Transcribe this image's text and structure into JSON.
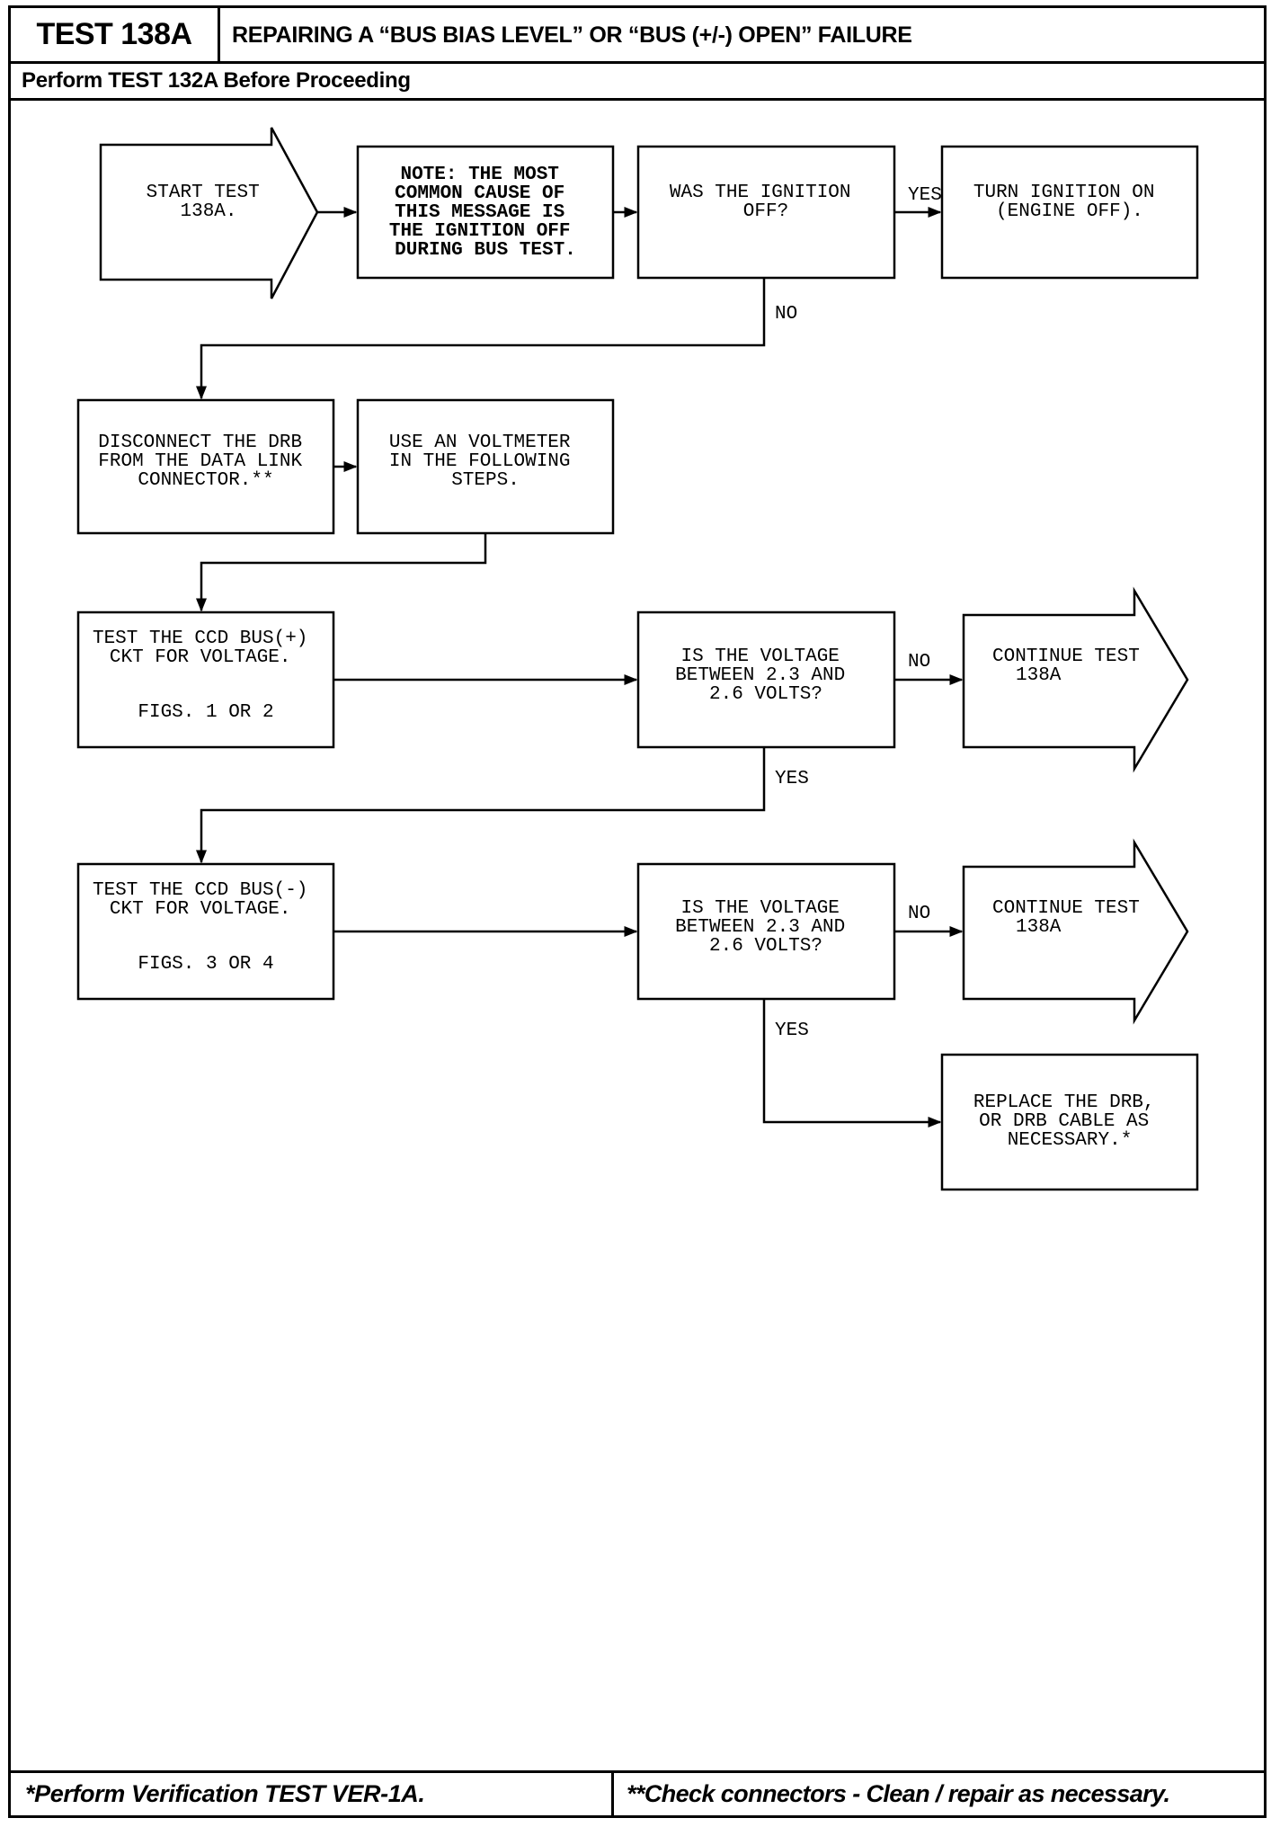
{
  "header": {
    "test_id": "TEST 138A",
    "title": "REPAIRING A “BUS BIAS LEVEL” OR “BUS (+/-) OPEN” FAILURE",
    "prerequisite": "Perform TEST 132A Before Proceeding"
  },
  "nodes": {
    "start": [
      "START TEST",
      "138A."
    ],
    "note": [
      "NOTE: THE MOST",
      "COMMON CAUSE OF",
      "THIS MESSAGE IS",
      "THE IGNITION OFF",
      "DURING BUS TEST."
    ],
    "q_ignition": [
      "WAS THE IGNITION",
      "OFF?"
    ],
    "turn_on": [
      "TURN IGNITION ON",
      "(ENGINE OFF)."
    ],
    "disconnect": [
      "DISCONNECT THE DRB",
      "FROM THE DATA LINK",
      "CONNECTOR.**"
    ],
    "voltmeter": [
      "USE AN VOLTMETER",
      "IN THE FOLLOWING",
      "STEPS."
    ],
    "test_plus": [
      "TEST THE CCD BUS(+)",
      "CKT FOR VOLTAGE."
    ],
    "test_plus_figs": "FIGS. 1 OR 2",
    "q_voltage_1": [
      "IS THE VOLTAGE",
      "BETWEEN 2.3 AND",
      "2.6 VOLTS?"
    ],
    "continue_1": [
      "CONTINUE TEST",
      "138A"
    ],
    "test_minus": [
      "TEST THE CCD BUS(-)",
      "CKT FOR VOLTAGE."
    ],
    "test_minus_figs": "FIGS. 3 OR 4",
    "q_voltage_2": [
      "IS THE VOLTAGE",
      "BETWEEN 2.3 AND",
      "2.6 VOLTS?"
    ],
    "continue_2": [
      "CONTINUE TEST",
      "138A"
    ],
    "replace": [
      "REPLACE THE DRB,",
      "OR DRB CABLE AS",
      "NECESSARY.*"
    ]
  },
  "edge_labels": {
    "ignition_yes": "YES",
    "ignition_no": "NO",
    "voltage_1_no": "NO",
    "voltage_1_yes": "YES",
    "voltage_2_no": "NO",
    "voltage_2_yes": "YES"
  },
  "footer": {
    "left_note": "*Perform Verification TEST VER-1A.",
    "right_note": "**Check connectors - Clean / repair as necessary."
  }
}
